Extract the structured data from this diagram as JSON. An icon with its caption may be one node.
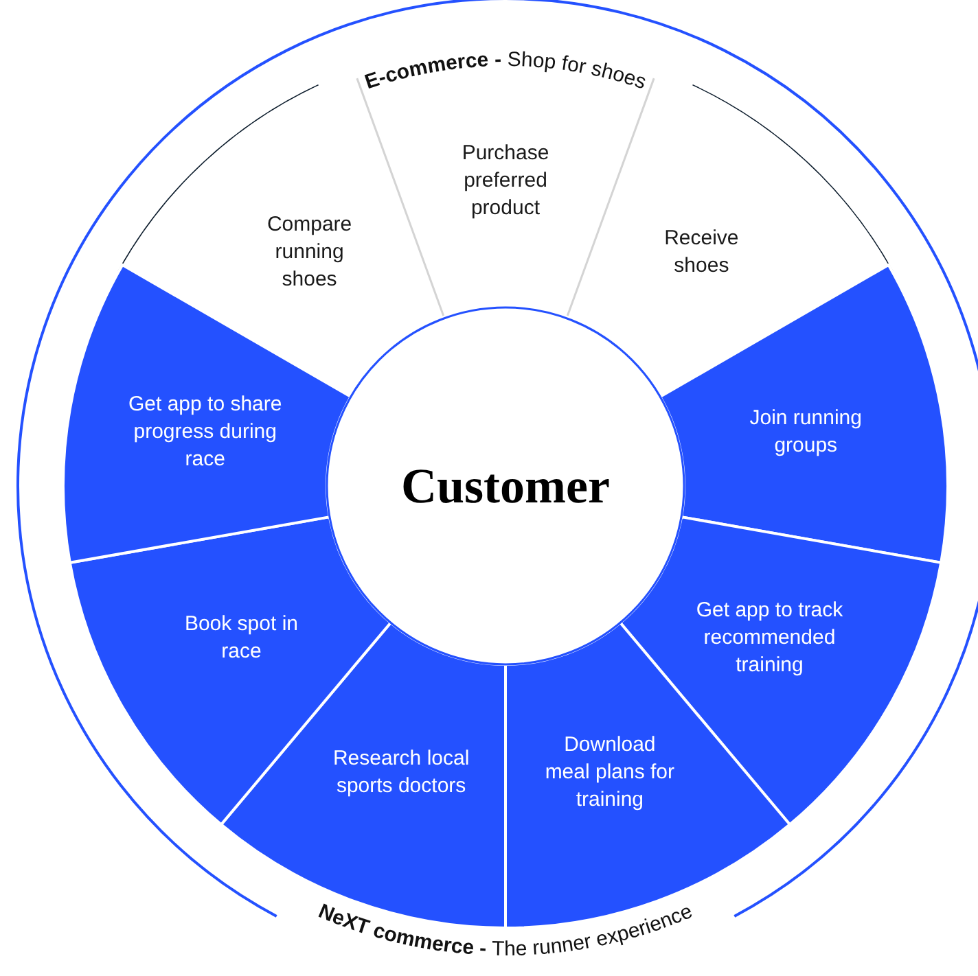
{
  "diagram": {
    "nodes": [
      {
        "text": [
          "Customer"
        ]
      },
      {
        "text": [
          "Compare running shoes"
        ]
      },
      {
        "text": [
          "Purchase preferred product"
        ]
      },
      {
        "text": [
          "Receive shoes"
        ]
      },
      {
        "text": [
          "Join running groups"
        ]
      },
      {
        "text": [
          "Get app to track recommended training"
        ]
      },
      {
        "text": [
          "Download meal plans for training"
        ]
      },
      {
        "text": [
          "Research local sports doctors"
        ]
      },
      {
        "text": [
          "Book spot in race"
        ]
      },
      {
        "text": [
          "Get app to share progress during race"
        ]
      }
    ],
    "labels": [
      "**E-commerce -** Shop for shoes",
      "**NeXT commerce -** The runner experience"
    ]
  }
}
